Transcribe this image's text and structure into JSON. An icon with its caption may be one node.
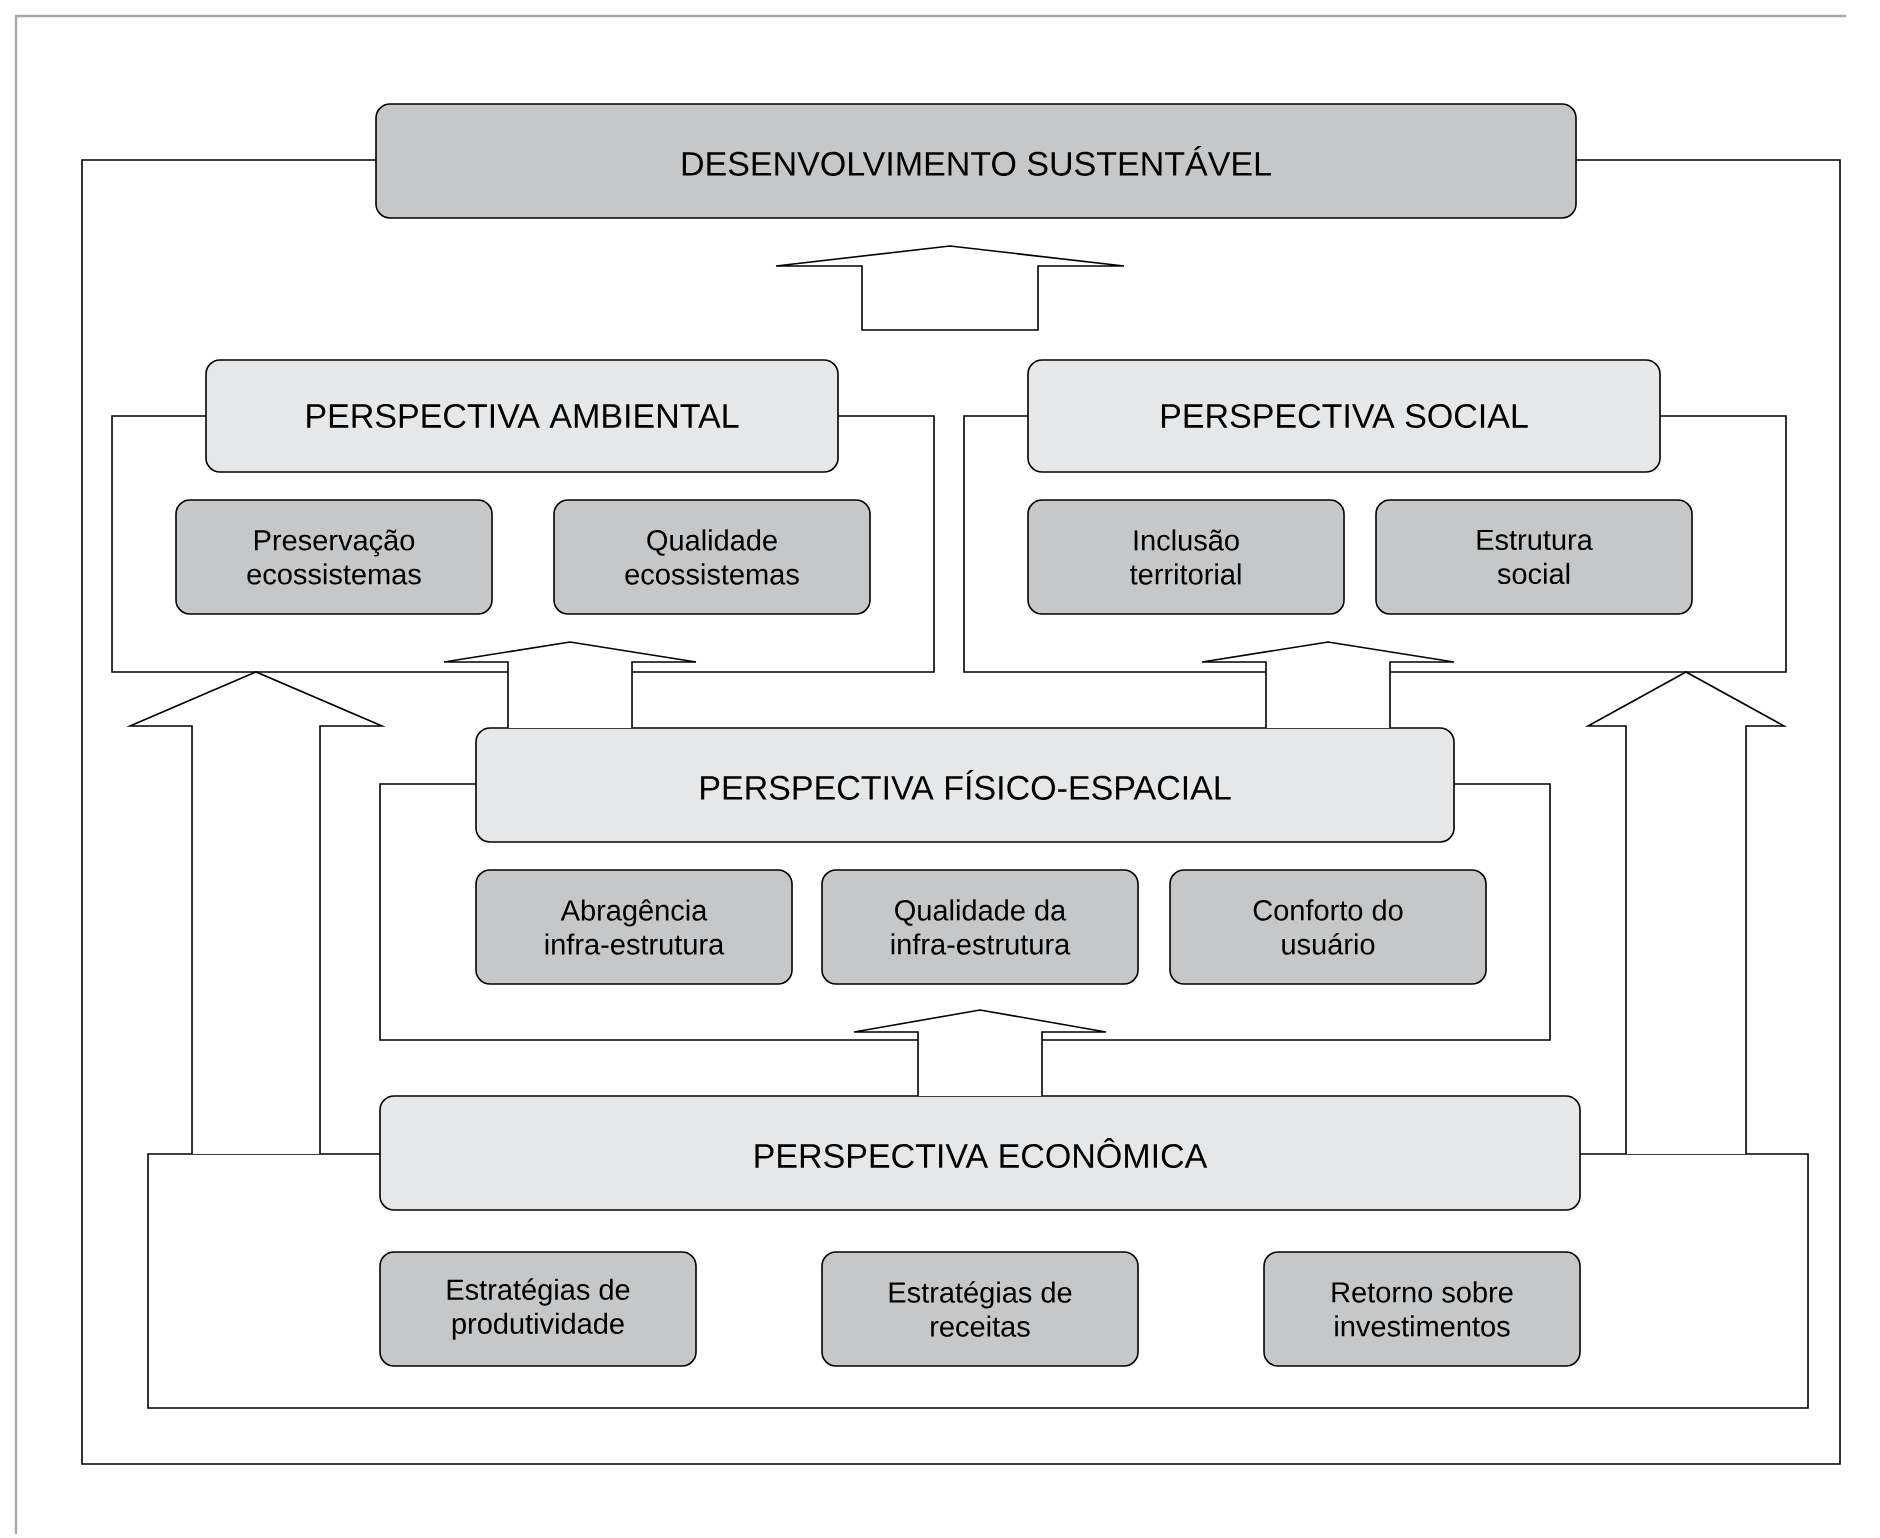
{
  "diagram": {
    "nodes": [
      {
        "text": [
          "DESENVOLVIMENTO SUSTENTÁVEL"
        ]
      },
      {
        "text": [
          "PERSPECTIVA AMBIENTAL"
        ],
        "in": 0
      },
      {
        "text": [
          "Preservação ecossistemas"
        ],
        "in": 1
      },
      {
        "text": [
          "Qualidade ecossistemas"
        ],
        "in": 1
      },
      {
        "text": [
          "PERSPECTIVA SOCIAL"
        ],
        "in": 0
      },
      {
        "text": [
          "Inclusão territorial"
        ],
        "in": 4
      },
      {
        "text": [
          "Estrutura social"
        ],
        "in": 4
      },
      {
        "text": [
          "PERSPECTIVA FÍSICO-ESPACIAL"
        ],
        "in": 0
      },
      {
        "text": [
          "Abragência infra-estrutura"
        ],
        "in": 7
      },
      {
        "text": [
          "Qualidade da infra-estrutura"
        ],
        "in": 7
      },
      {
        "text": [
          "Conforto do usuário"
        ],
        "in": 7
      },
      {
        "text": [
          "PERSPECTIVA ECONÔMICA"
        ],
        "in": 0
      },
      {
        "text": [
          "Estratégias de produtividade"
        ],
        "in": 11
      },
      {
        "text": [
          "Estratégias de receitas"
        ],
        "in": 11
      },
      {
        "text": [
          "Retorno sobre investimentos"
        ],
        "in": 11
      }
    ],
    "edges": [
      {
        "from": null,
        "to": 0,
        "arrow": "to"
      },
      {
        "from": 7,
        "to": 1,
        "arrow": "to"
      },
      {
        "from": 7,
        "to": 4,
        "arrow": "to"
      },
      {
        "from": 11,
        "to": 7,
        "arrow": "to"
      },
      {
        "from": 11,
        "to": 1,
        "arrow": "to"
      },
      {
        "from": 11,
        "to": 4,
        "arrow": "to"
      }
    ]
  }
}
